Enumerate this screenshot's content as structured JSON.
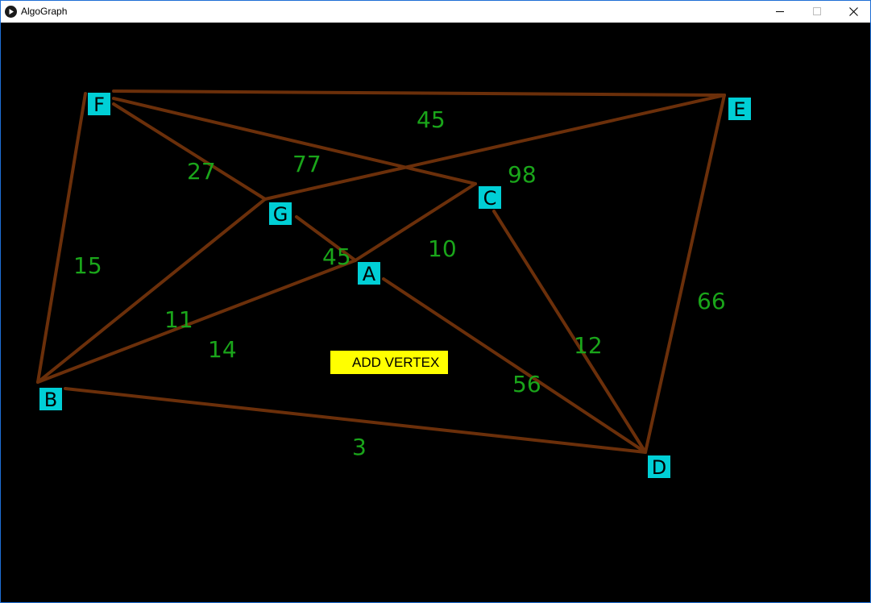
{
  "window": {
    "title": "AlgoGraph",
    "icon": "play-circle-icon",
    "controls": [
      "minimize-icon",
      "maximize-icon",
      "close-icon"
    ]
  },
  "colors": {
    "canvas_background": "#000000",
    "edge": "#6b2f0a",
    "weight_label": "#1aa51a",
    "vertex_fill": "#00cfd6",
    "vertex_text": "#000000",
    "button_fill": "#ffff00",
    "button_text": "#000000"
  },
  "toolbar": {
    "add_vertex_label": "ADD VERTEX"
  },
  "graph": {
    "vertices": [
      "F",
      "E",
      "C",
      "G",
      "A",
      "B",
      "D"
    ],
    "edges": [
      {
        "from": "F",
        "to": "E",
        "weight": "45"
      },
      {
        "from": "F",
        "to": "C",
        "weight": "77"
      },
      {
        "from": "F",
        "to": "G",
        "weight": "27"
      },
      {
        "from": "F",
        "to": "B",
        "weight": "15"
      },
      {
        "from": "G",
        "to": "E",
        "weight": "98"
      },
      {
        "from": "G",
        "to": "A",
        "weight": "45"
      },
      {
        "from": "G",
        "to": "B",
        "weight": "11"
      },
      {
        "from": "A",
        "to": "C",
        "weight": "10"
      },
      {
        "from": "A",
        "to": "B",
        "weight": "14"
      },
      {
        "from": "A",
        "to": "D",
        "weight": "56"
      },
      {
        "from": "C",
        "to": "D",
        "weight": "12"
      },
      {
        "from": "E",
        "to": "D",
        "weight": "66"
      },
      {
        "from": "B",
        "to": "D",
        "weight": "3"
      }
    ]
  }
}
